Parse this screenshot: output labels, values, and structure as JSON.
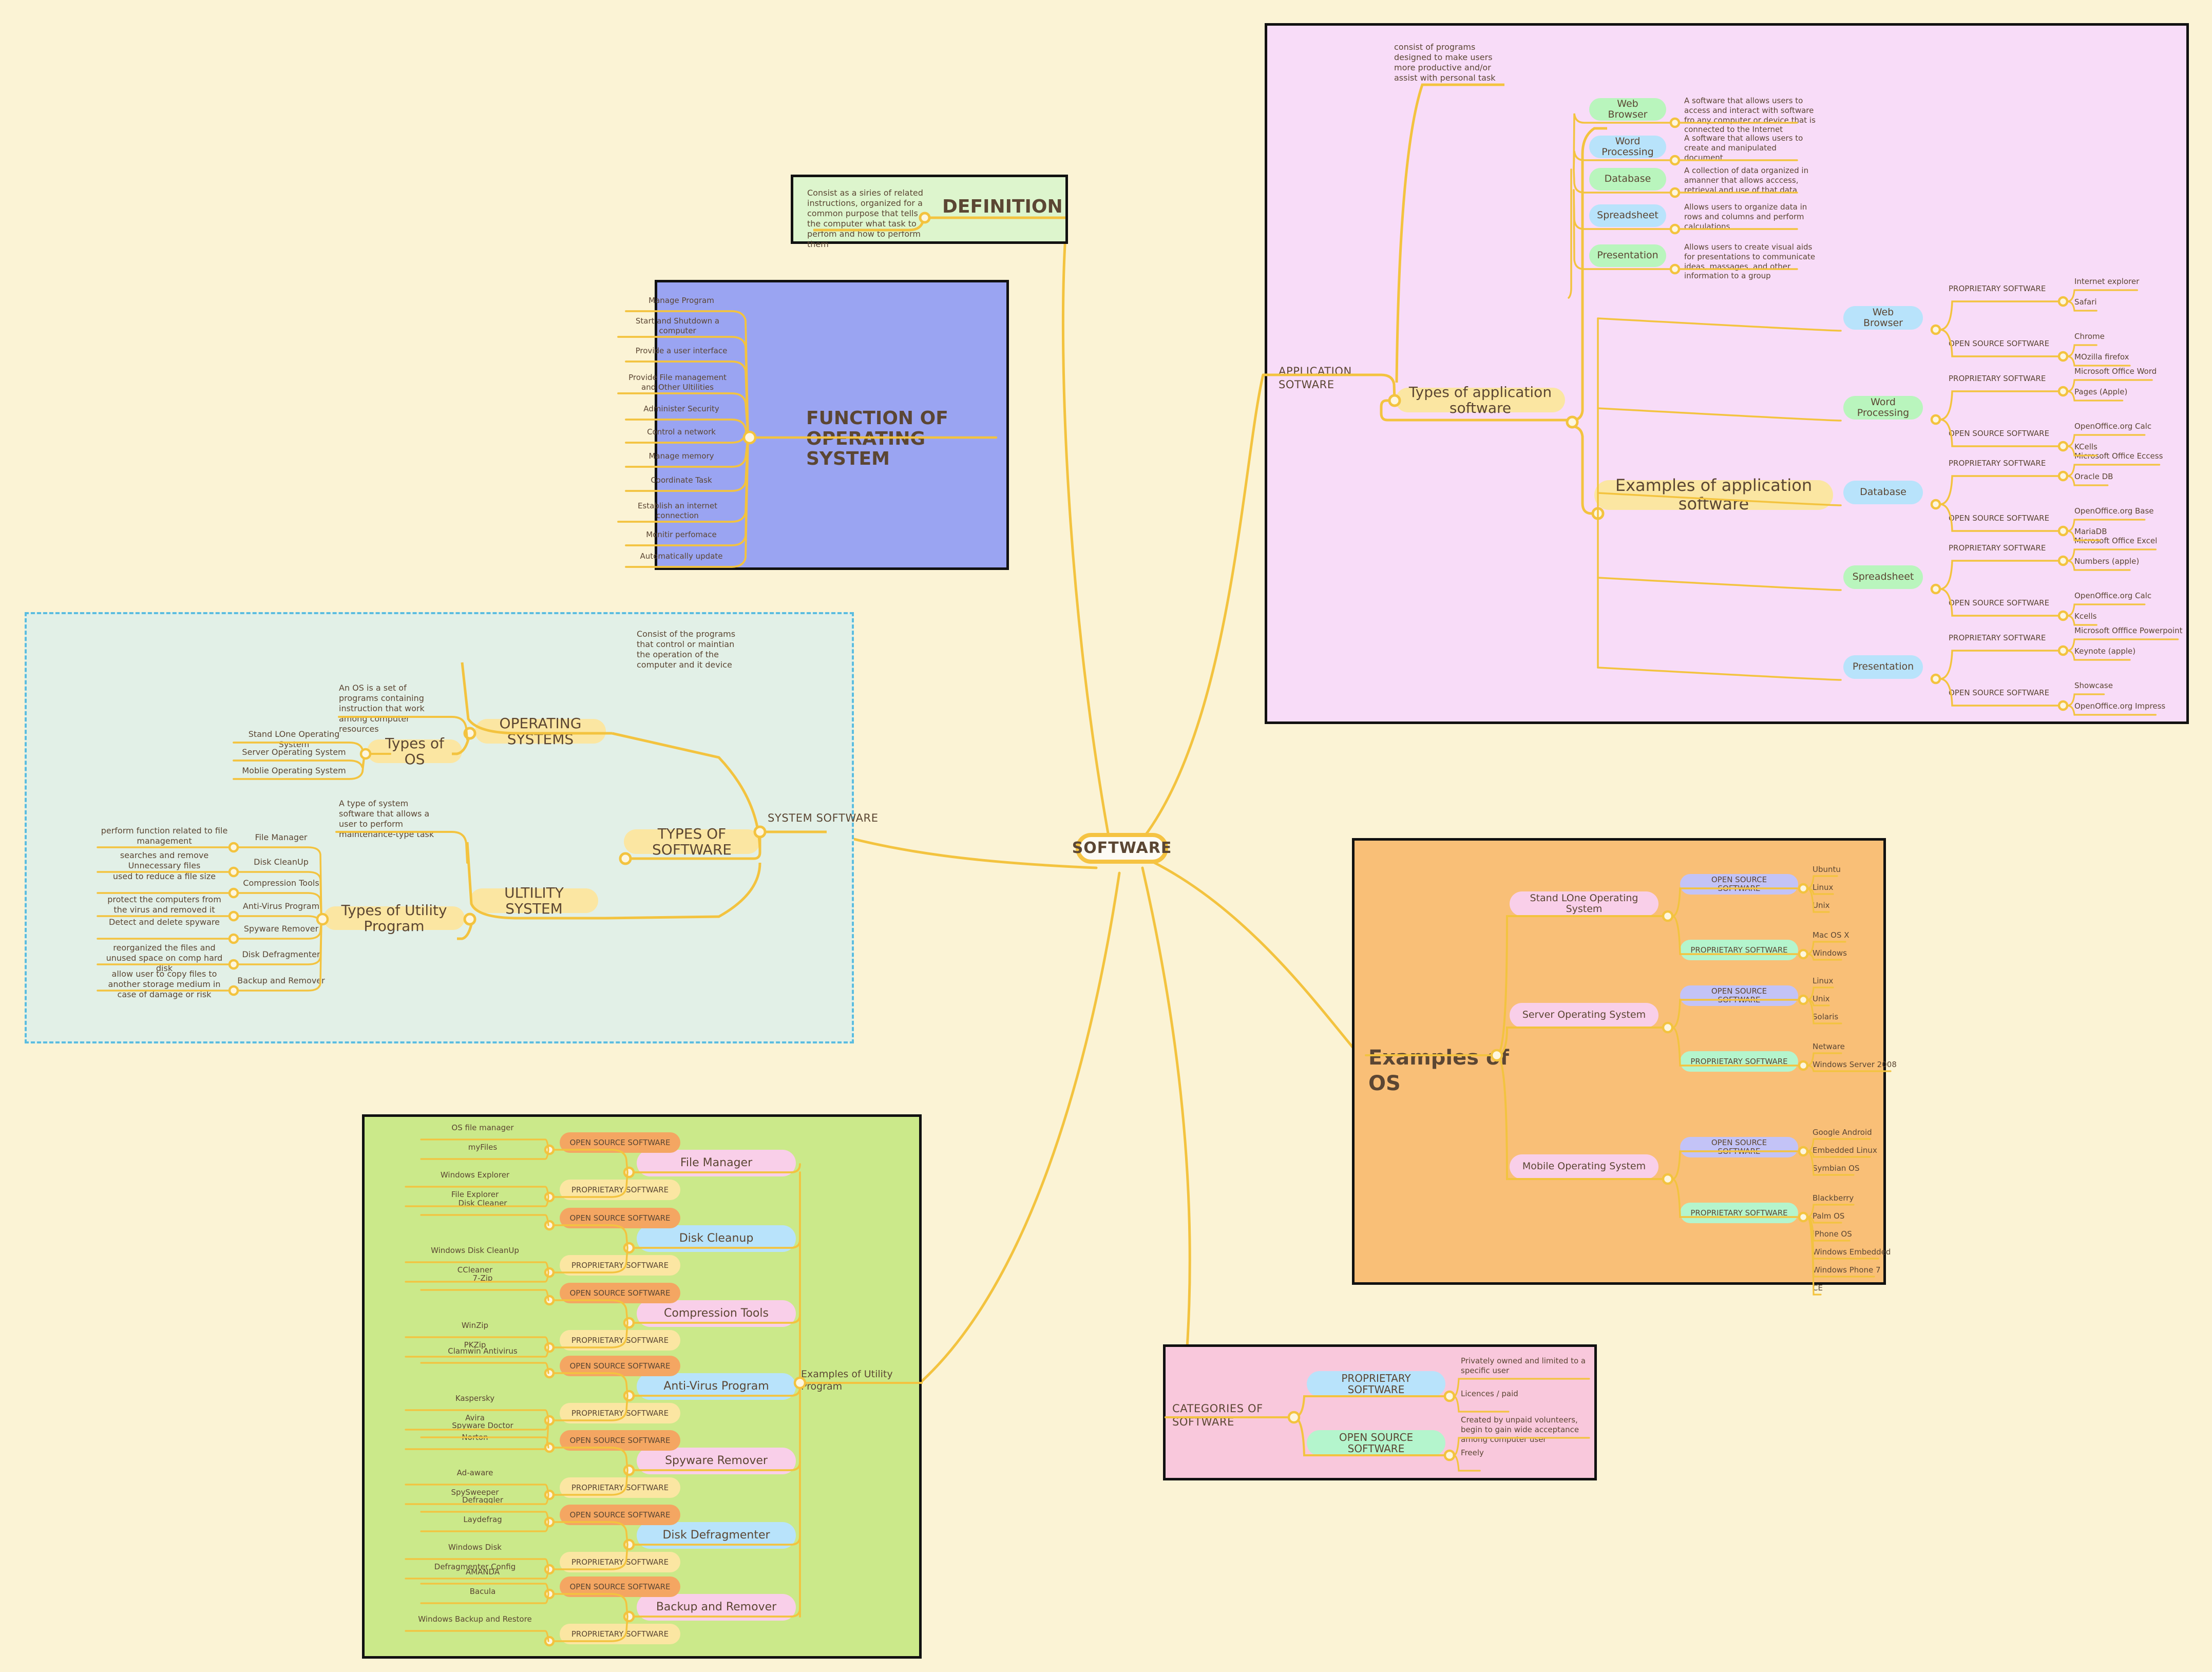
{
  "root": {
    "label": "SOFTWARE"
  },
  "panels": {
    "definition": {
      "title": "DEFINITION",
      "body": "Consist as a siries of related instructions, organized for a common purpose that tells the computer what task to perfom and how to perform them"
    },
    "function_os": {
      "title": "FUNCTION OF OPERATING SYSTEM",
      "items": [
        "Manage Program",
        "Start and Shutdown a computer",
        "Provide a user interface",
        "Provide File management and Other Ultilities",
        "Administer Security",
        "Control a network",
        "Manage memory",
        "Coordinate Task",
        "Establish an internet connection",
        "Monitir perfomace",
        "Automatically update"
      ]
    },
    "system_software": {
      "branch_label": "SYSTEM SOFTWARE",
      "types_label": "TYPES OF SOFTWARE",
      "operating_systems": {
        "label": "OPERATING SYSTEMS",
        "description": "Consist of the programs that control or maintian the operation of the computer and it device",
        "types_of_os": {
          "label": "Types of OS",
          "description": "An OS is a set of programs containing instruction that work among computer resources",
          "items": [
            "Stand LOne Operating System",
            "Server Operating System",
            "Moblie Operating System"
          ]
        }
      },
      "utility_system": {
        "label": "ULTILITY SYSTEM",
        "types_label": "Types of Utility Program",
        "description": "A type of system software that allows a user to perform maintenance-type task",
        "items": [
          {
            "name": "File Manager",
            "desc": "perform function related to file management"
          },
          {
            "name": "Disk CleanUp",
            "desc": "searches and remove Unnecessary files"
          },
          {
            "name": "Compression Tools",
            "desc": "used to reduce a file size"
          },
          {
            "name": "Anti-Virus Program",
            "desc": "protect the computers from the virus and removed it"
          },
          {
            "name": "Spyware Remover",
            "desc": "Detect and delete spyware"
          },
          {
            "name": "Disk Defragmenter",
            "desc": "reorganized the files and unused space on comp hard disk"
          },
          {
            "name": "Backup and Remover",
            "desc": "allow user to copy files to another storage medium in case of damage or risk"
          }
        ]
      }
    },
    "application_software": {
      "branch_label": "APPLICATION SOTWARE",
      "description": "consist of programs designed to make users more productive and/or assist with personal task",
      "types": {
        "label": "Types of application software",
        "items": [
          {
            "name": "Web Browser",
            "desc": "A software that allows users to access and interact with software fro any computer or device that is connected to the Internet"
          },
          {
            "name": "Word Processing",
            "desc": "A software that allows users to create and manipulated document"
          },
          {
            "name": "Database",
            "desc": "A collection of data organized in amanner that allows acccess, retrieval and use of that data"
          },
          {
            "name": "Spreadsheet",
            "desc": "Allows users to organize data in rows and columns and perform calculations"
          },
          {
            "name": "Presentation",
            "desc": "Allows users to create visual aids for presentations to communicate ideas, massages, and other information to a group"
          }
        ]
      },
      "examples": {
        "label": "Examples of application software",
        "groups": [
          {
            "name": "Web Browser",
            "proprietary_label": "PROPRIETARY SOFTWARE",
            "proprietary": [
              "Internet explorer",
              "Safari"
            ],
            "open_label": "OPEN SOURCE SOFTWARE",
            "open": [
              "Chrome",
              "MOzilla firefox"
            ]
          },
          {
            "name": "Word Processing",
            "proprietary_label": "PROPRIETARY SOFTWARE",
            "proprietary": [
              "Microsoft Office Word",
              "Pages (Apple)"
            ],
            "open_label": "OPEN SOURCE SOFTWARE",
            "open": [
              "OpenOffice.org Calc",
              "KCells"
            ]
          },
          {
            "name": "Database",
            "proprietary_label": "PROPRIETARY SOFTWARE",
            "proprietary": [
              "Microsoft Office Eccess",
              "Oracle DB"
            ],
            "open_label": "OPEN SOURCE SOFTWARE",
            "open": [
              "OpenOffice.org Base",
              "MariaDB"
            ]
          },
          {
            "name": "Spreadsheet",
            "proprietary_label": "PROPRIETARY SOFTWARE",
            "proprietary": [
              "Microsoft Office Excel",
              "Numbers (apple)"
            ],
            "open_label": "OPEN SOURCE SOFTWARE",
            "open": [
              "OpenOffice.org Calc",
              "Kcells"
            ]
          },
          {
            "name": "Presentation",
            "proprietary_label": "PROPRIETARY SOFTWARE",
            "proprietary": [
              "Microsoft Offfice Powerpoint",
              "Keynote (apple)"
            ],
            "open_label": "OPEN SOURCE SOFTWARE",
            "open": [
              "Showcase",
              "OpenOffice.org Impress"
            ]
          }
        ]
      }
    },
    "examples_of_os": {
      "label": "Examples of OS",
      "groups": [
        {
          "name": "Stand LOne Operating System",
          "open_label": "OPEN SOURCE SOFTWARE",
          "open": [
            "Ubuntu",
            "Linux",
            "Unix"
          ],
          "proprietary_label": "PROPRIETARY SOFTWARE",
          "proprietary": [
            "Mac OS X",
            "Windows"
          ]
        },
        {
          "name": "Server Operating System",
          "open_label": "OPEN SOURCE SOFTWARE",
          "open": [
            "Linux",
            "Unix",
            "Solaris"
          ],
          "proprietary_label": "PROPRIETARY SOFTWARE",
          "proprietary": [
            "Netware",
            "Windows Server 2008"
          ]
        },
        {
          "name": "Mobile Operating System",
          "open_label": "OPEN SOURCE SOFTWARE",
          "open": [
            "Google Android",
            "Embedded Linux",
            "Symbian OS"
          ],
          "proprietary_label": "PROPRIETARY SOFTWARE",
          "proprietary": [
            "Blackberry",
            "Palm OS",
            "iPhone OS",
            "Windows Embedded",
            "Windows Phone 7",
            "CE"
          ]
        }
      ]
    },
    "examples_utility": {
      "label": "Examples of Utility Program",
      "groups": [
        {
          "name": "File Manager",
          "open_label": "OPEN SOURCE SOFTWARE",
          "open": [
            "OS file manager",
            "myFiles"
          ],
          "proprietary_label": "PROPRIETARY SOFTWARE",
          "proprietary": [
            "Windows Explorer",
            "File Explorer"
          ]
        },
        {
          "name": "Disk Cleanup",
          "open_label": "OPEN SOURCE SOFTWARE",
          "open": [
            "Disk Cleaner"
          ],
          "proprietary_label": "PROPRIETARY SOFTWARE",
          "proprietary": [
            "Windows Disk CleanUp",
            "CCleaner"
          ]
        },
        {
          "name": "Compression Tools",
          "open_label": "OPEN SOURCE SOFTWARE",
          "open": [
            "7-Zip"
          ],
          "proprietary_label": "PROPRIETARY SOFTWARE",
          "proprietary": [
            "WinZip",
            "PKZip"
          ]
        },
        {
          "name": "Anti-Virus Program",
          "open_label": "OPEN SOURCE SOFTWARE",
          "open": [
            "Clamwin Antivirus"
          ],
          "proprietary_label": "PROPRIETARY SOFTWARE",
          "proprietary": [
            "Kaspersky",
            "Avira",
            "Norton"
          ]
        },
        {
          "name": "Spyware Remover",
          "open_label": "OPEN SOURCE SOFTWARE",
          "open": [
            "Spyware Doctor"
          ],
          "proprietary_label": "PROPRIETARY SOFTWARE",
          "proprietary": [
            "Ad-aware",
            "SpySweeper"
          ]
        },
        {
          "name": "Disk Defragmenter",
          "open_label": "OPEN SOURCE SOFTWARE",
          "open": [
            "Defraggler",
            "Laydefrag"
          ],
          "proprietary_label": "PROPRIETARY SOFTWARE",
          "proprietary": [
            "Windows Disk",
            "Defragmenter Config"
          ]
        },
        {
          "name": "Backup and Remover",
          "open_label": "OPEN SOURCE SOFTWARE",
          "open": [
            "AMANDA",
            "Bacula"
          ],
          "proprietary_label": "PROPRIETARY SOFTWARE",
          "proprietary": [
            "Windows Backup and Restore"
          ]
        }
      ]
    },
    "categories": {
      "branch_label": "CATEGORIES OF SOFTWARE",
      "items": [
        {
          "name": "PROPRIETARY SOFTWARE",
          "notes": [
            "Privately owned and limited to a specific user",
            "Licences / paid"
          ]
        },
        {
          "name": "OPEN SOURCE SOFTWARE",
          "notes": [
            "Created by unpaid volunteers, begin to gain wide acceptance among computer user",
            "Freely"
          ]
        }
      ]
    }
  },
  "colors": {
    "canvas": "#fbf3d5",
    "link": "#f3c33f",
    "definition_panel": "#ddf5cd",
    "function_panel": "#9aa4f2",
    "system_panel": "#e2f0e7",
    "application_panel": "#f8dcf8",
    "os_examples_panel": "#f9bf77",
    "utility_examples_panel": "#cbe98a",
    "categories_panel": "#f9c8dc",
    "node_yellow": "#fbe6a2",
    "node_green": "#b9f5bd",
    "node_blue": "#b8e3fb",
    "node_pink": "#f9cfe9",
    "node_orange": "#f4a662",
    "node_purple": "#c3c3f7",
    "node_mint": "#b4f5cd",
    "text": "#5b4633"
  }
}
